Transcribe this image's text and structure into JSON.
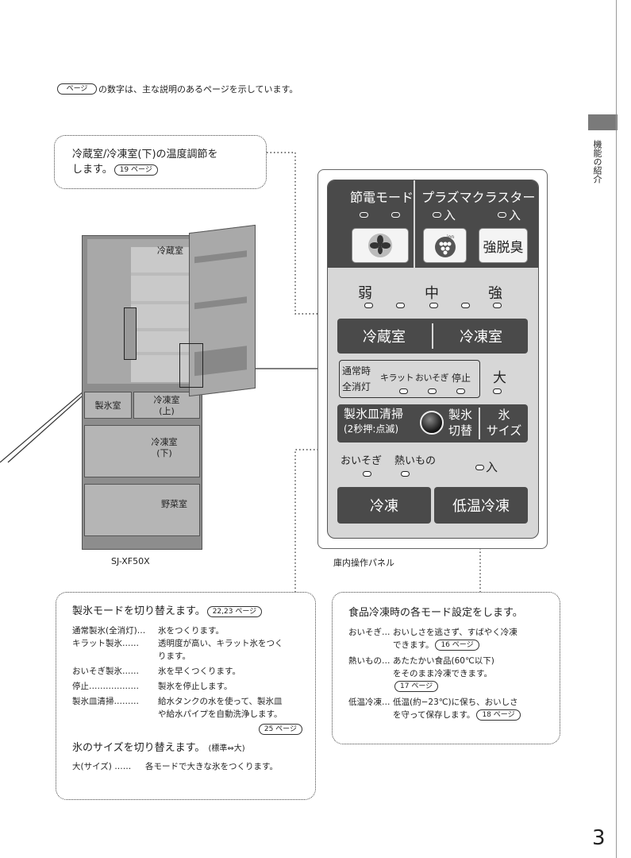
{
  "header": {
    "pageref_label": "ページ",
    "note": "の数字は、主な説明のあるページを示しています。"
  },
  "side_tab": {
    "label": "機能の紹介"
  },
  "page_number": "3",
  "callout_top": {
    "text_line1": "冷蔵室/冷凍室(下)の温度調節を",
    "text_line2": "します。",
    "pageref": "19 ページ"
  },
  "fridge": {
    "compartments": {
      "reizo": "冷蔵室",
      "seihyo": "製氷室",
      "reito_up_1": "冷凍室",
      "reito_up_2": "(上)",
      "reito_down_1": "冷凍室",
      "reito_down_2": "(下)",
      "yasai": "野菜室"
    },
    "model": "SJ-XF50X"
  },
  "panel": {
    "caption": "庫内操作パネル",
    "setsuden": "節電モード",
    "plasma": "プラズマクラスター",
    "on_label_1": "入",
    "on_label_2": "入",
    "kyodasshu": "強脱臭",
    "jaku": "弱",
    "chu": "中",
    "kyo": "強",
    "reizo_btn": "冷蔵室",
    "reito_btn": "冷凍室",
    "tsujo_1": "通常時",
    "tsujo_2": "全消灯",
    "kiratto": "キラット",
    "oisogi": "おいそぎ",
    "teishi": "停止",
    "dai": "大",
    "seihyo_clean_1": "製氷皿清掃",
    "seihyo_clean_2": "(2秒押:点滅)",
    "seihyo_switch_1": "製氷",
    "seihyo_switch_2": "切替",
    "kori_size_1": "氷",
    "kori_size_2": "サイズ",
    "oisogi2": "おいそぎ",
    "atsuimono": "熱いもの",
    "on_label_3": "入",
    "reitou_btn": "冷凍",
    "teion_btn": "低温冷凍"
  },
  "ice_box": {
    "title": "製氷モードを切り替えます。",
    "title_ref": "22,23 ページ",
    "rows": [
      {
        "term": "通常製氷(全消灯)…",
        "desc": "氷をつくります。"
      },
      {
        "term": "キラット製氷……",
        "desc": "透明度が高い、キラット氷をつく"
      },
      {
        "term": "",
        "desc": "ります。"
      },
      {
        "term": "おいそぎ製氷……",
        "desc": "氷を早くつくります。"
      },
      {
        "term": "停止………………",
        "desc": "製氷を停止します。"
      },
      {
        "term": "製氷皿清掃………",
        "desc": "給水タンクの水を使って、製氷皿"
      },
      {
        "term": "",
        "desc": "や給水パイプを自動洗浄します。"
      }
    ],
    "rows_ref": "25 ページ",
    "size_title": "氷のサイズを切り替えます。",
    "size_note": "(標準⇔大)",
    "size_row_term": "大(サイズ) ……",
    "size_row_desc": "各モードで大きな氷をつくります。"
  },
  "freeze_box": {
    "title": "食品冷凍時の各モード設定をします。",
    "r1_term": "おいそぎ…",
    "r1_desc1": "おいしさを逃さず、すばやく冷凍",
    "r1_desc2": "できます。",
    "r1_ref": "16 ページ",
    "r2_term": "熱いもの…",
    "r2_desc1": "あたたかい食品(60℃以下)",
    "r2_desc2": "をそのまま冷凍できます。",
    "r2_ref": "17 ページ",
    "r3_term": "低温冷凍…",
    "r3_desc1": "低温(約−23℃)に保ち、おいしさ",
    "r3_desc2": "を守って保存します。",
    "r3_ref": "18 ページ"
  }
}
